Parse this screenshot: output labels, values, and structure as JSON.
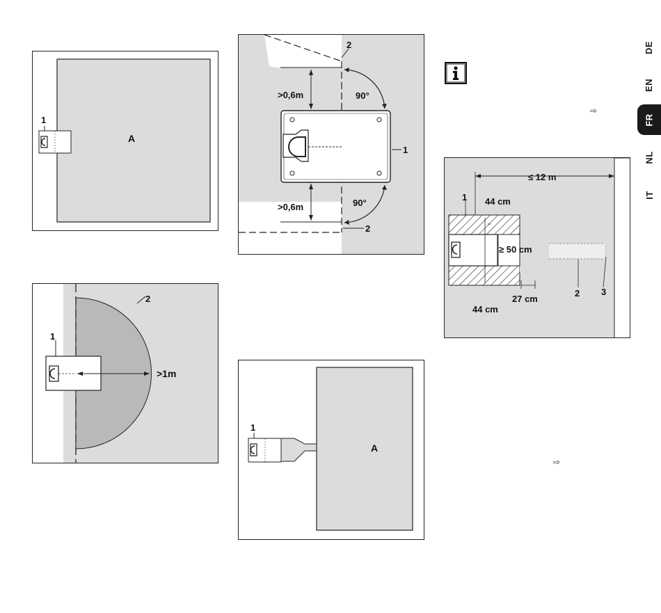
{
  "language_tabs": [
    {
      "label": "DE",
      "active": false
    },
    {
      "label": "EN",
      "active": false
    },
    {
      "label": "FR",
      "active": true
    },
    {
      "label": "NL",
      "active": false
    },
    {
      "label": "IT",
      "active": false
    }
  ],
  "info_icon": "info-icon",
  "arrow_glyph": "⇨",
  "figure1": {
    "label_station": "1",
    "label_area": "A"
  },
  "figure2": {
    "label_station": "1",
    "label_circle": "2",
    "distance": ">1m"
  },
  "figure3": {
    "label_edge_top": "2",
    "label_edge_bottom": "2",
    "label_station": "1",
    "distance_top": ">0,6m",
    "distance_bottom": ">0,6m",
    "angle_top": "90°",
    "angle_bottom": "90°"
  },
  "figure4": {
    "label_station": "1",
    "label_area": "A"
  },
  "figure5": {
    "max_distance": "≤ 12 m",
    "label_station": "1",
    "width_top": "44 cm",
    "width_bottom": "44 cm",
    "corridor_width": "≥ 50 cm",
    "length": "27 cm",
    "label_wire": "2",
    "label_point": "3"
  },
  "colors": {
    "lawn": "#dcdcdc",
    "dark_lawn": "#b9b9b9",
    "outline": "#222222",
    "tab_active": "#1a1a1a"
  }
}
